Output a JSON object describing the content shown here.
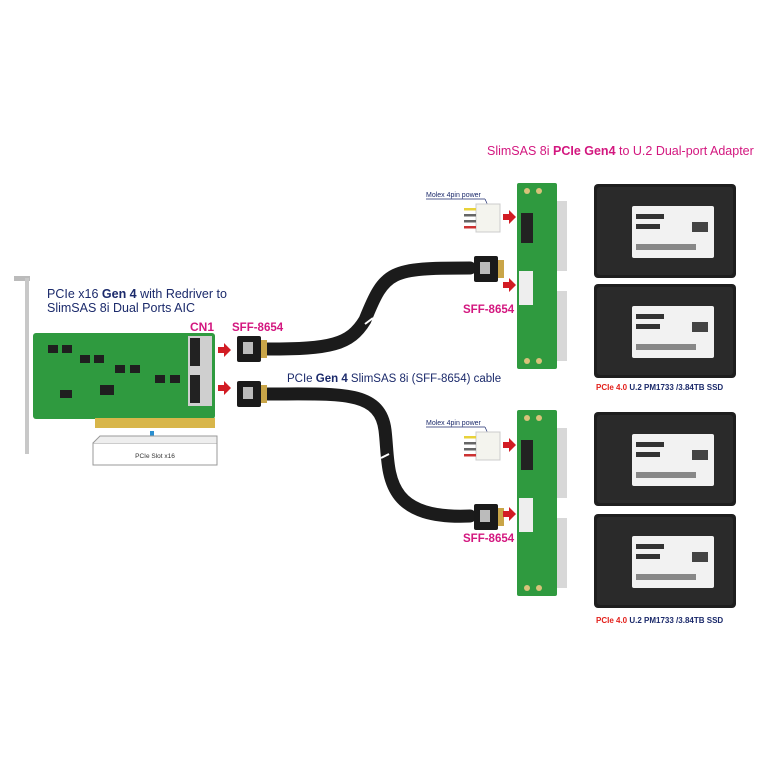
{
  "title": {
    "normal1": "SlimSAS 8i ",
    "bold": "PCIe Gen4",
    "normal2": " to U.2 Dual-port Adapter"
  },
  "card_title": {
    "line1_a": "PCIe x16 ",
    "line1_b": "Gen 4",
    "line1_c": " with Redriver to",
    "line2": "SlimSAS 8i Dual Ports AIC"
  },
  "cn1_label": "CN1",
  "sff_label": "SFF-8654",
  "cable_label": {
    "a": "PCIe ",
    "b": "Gen 4",
    "c": " SlimSAS 8i (SFF-8654) cable"
  },
  "slot_label": "PCIe Slot x16",
  "adapters": [
    {
      "molex_label": "Molex 4pin power",
      "sff_label": "SFF-8654",
      "ssd_label": {
        "red": "PCIe 4.0",
        "rest": " U.2 PM1733 /3.84TB SSD"
      }
    },
    {
      "molex_label": "Molex 4pin power",
      "sff_label": "SFF-8654",
      "ssd_label": {
        "red": "PCIe 4.0",
        "rest": " U.2 PM1733 /3.84TB SSD"
      }
    }
  ],
  "colors": {
    "accent": "#d3177f",
    "navy": "#1b2a6b",
    "pcb": "#2f9a3f",
    "arrow": "#d21c24"
  }
}
